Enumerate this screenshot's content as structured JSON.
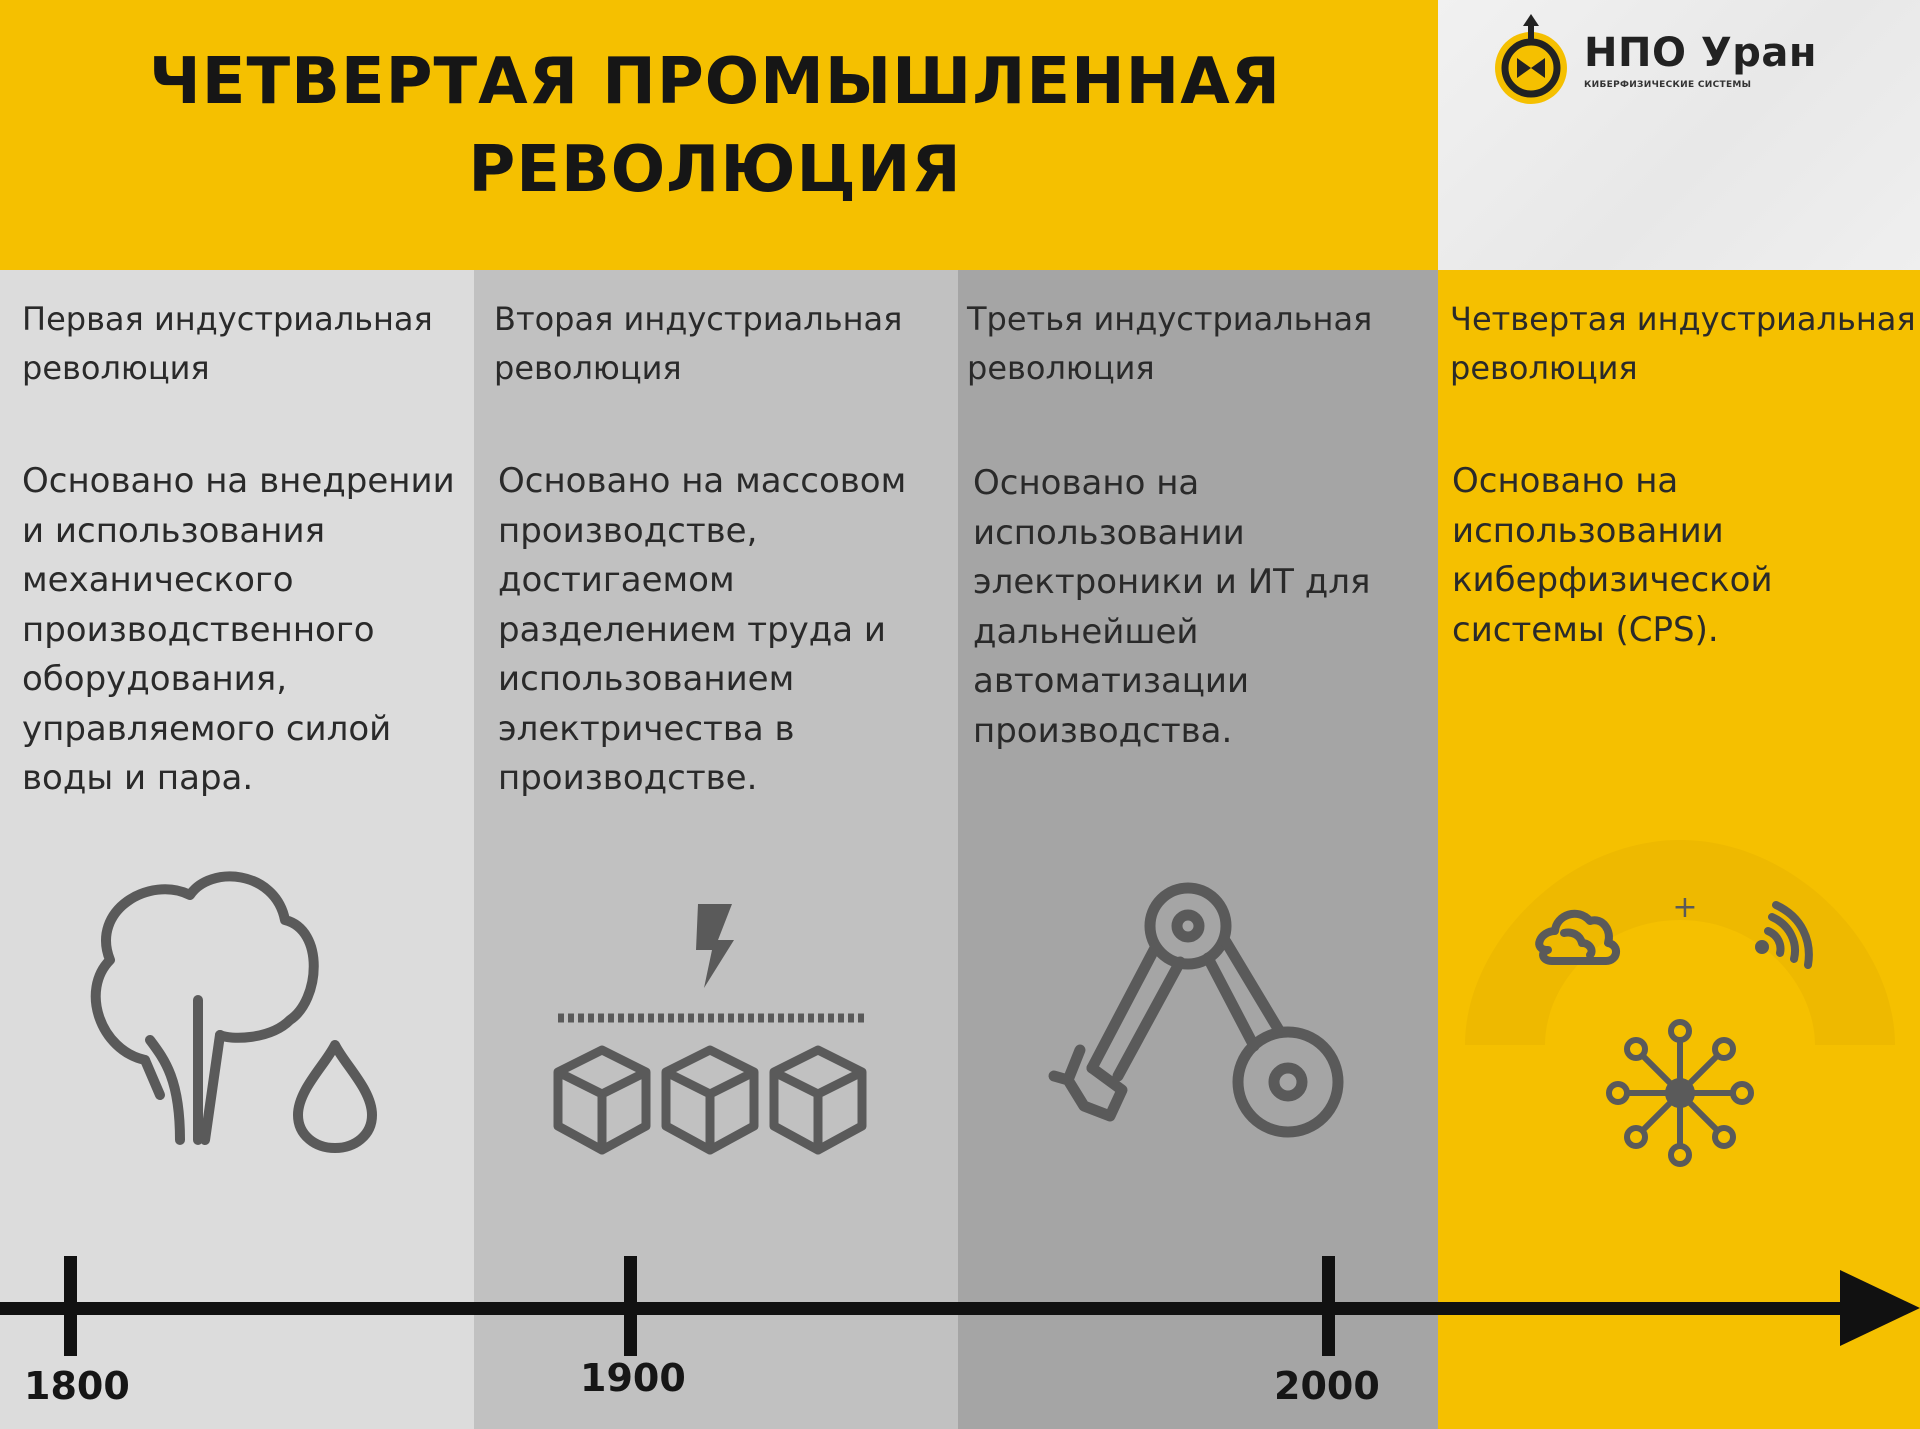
{
  "header": {
    "title_line1": "ЧЕТВЕРТАЯ ПРОМЫШЛЕННАЯ",
    "title_line2": "РЕВОЛЮЦИЯ"
  },
  "logo": {
    "name": "НПО Уран",
    "tagline": "КИБЕРФИЗИЧЕСКИЕ СИСТЕМЫ"
  },
  "columns": [
    {
      "heading_line1": "Первая индустриальная",
      "heading_line2": "революция",
      "desc_lines": [
        "Основано на внедрении",
        "и использования",
        "механического",
        "производственного",
        "оборудования,",
        "управляемого силой",
        "воды и пара."
      ],
      "icon": "steam-water-icon"
    },
    {
      "heading_line1": "Вторая индустриальная",
      "heading_line2": "революция",
      "desc_lines": [
        "Основано на массовом",
        "производстве,",
        "достигаемом",
        "разделением труда и",
        "использованием",
        "электричества в",
        "производстве."
      ],
      "icon": "electric-conveyor-icon"
    },
    {
      "heading_line1": "Третья индустриальная",
      "heading_line2": "революция",
      "desc_lines": [
        "Основано на",
        "использовании",
        "электроники и ИТ для",
        "дальнейшей",
        "автоматизации",
        "производства."
      ],
      "icon": "robot-arm-icon"
    },
    {
      "heading_line1": "Четвертая индустриальная",
      "heading_line2": "революция",
      "desc_lines": [
        "Основано на",
        "использовании",
        "киберфизической",
        "системы (CPS)."
      ],
      "icon": "cloud-wifi-network-icon",
      "plus": "+"
    }
  ],
  "timeline": {
    "years": [
      "1800",
      "1900",
      "2000"
    ]
  },
  "colors": {
    "accent": "#f5c000",
    "col1": "#dcdcdc",
    "col2": "#c1c1c1",
    "col3": "#a5a5a5",
    "icon_grey": "#5a5a5a",
    "text": "#2a2a2a"
  }
}
